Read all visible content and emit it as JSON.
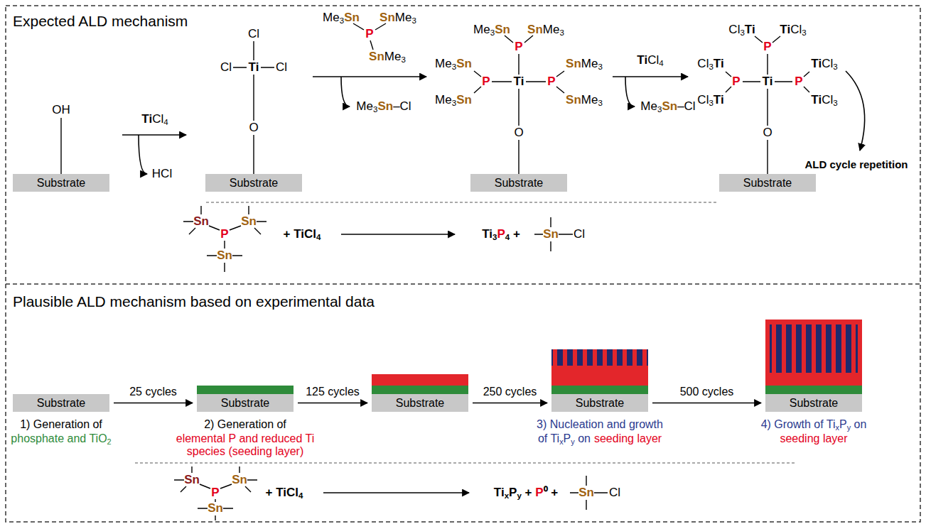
{
  "diagram": {
    "nodes": [
      {
        "text": [
          "Substrate"
        ]
      },
      {
        "text": [
          "Substrate"
        ]
      },
      {
        "text": [
          "Substrate"
        ]
      },
      {
        "text": [
          "Substrate"
        ]
      },
      {
        "text": [
          "Substrate"
        ]
      },
      {
        "text": [
          "Substrate"
        ]
      },
      {
        "text": [
          "Substrate"
        ]
      },
      {
        "text": [
          "Substrate"
        ]
      },
      {
        "text": [
          "Substrate"
        ]
      }
    ],
    "edges": [
      {
        "from": 4,
        "to": 5,
        "arrow": "to",
        "label": "25 cycles"
      },
      {
        "from": 5,
        "to": 6,
        "arrow": "to",
        "label": "125 cycles"
      },
      {
        "from": 6,
        "to": 7,
        "arrow": "to",
        "label": "250 cycles"
      },
      {
        "from": 7,
        "to": 8,
        "arrow": "to",
        "label": "500 cycles"
      }
    ],
    "labels": [
      "Expected ALD mechanism",
      "OH",
      "TiCl4",
      "HCl",
      "Cl",
      "Cl",
      "Ti",
      "Cl",
      "O",
      "Me3Sn",
      "SnMe3",
      "P",
      "SnMe3",
      "Me3Sn–Cl",
      "Me3Sn",
      "SnMe3",
      "P",
      "Me3Sn",
      "SnMe3",
      "P",
      "Ti",
      "P",
      "Me3Sn",
      "SnMe3",
      "O",
      "TiCl4",
      "Me3Sn–Cl",
      "Cl3Ti",
      "TiCl3",
      "P",
      "Cl3Ti",
      "TiCl3",
      "P",
      "Ti",
      "P",
      "Cl3Ti",
      "TiCl3",
      "O",
      "ALD cycle repetition",
      "Sn",
      "Sn",
      "P",
      "Sn",
      "+ TiCl4",
      "Ti3P4 +",
      "Sn",
      "Cl",
      "Plausible ALD mechanism based on experimental data",
      "1) Generation of",
      "phosphate and TiO2",
      "2) Generation of",
      "elemental P and reduced Ti species (seeding layer)",
      "3) Nucleation and growth",
      "of TixPy on",
      "seeding layer",
      "4) Growth of TixPy on",
      "seeding layer",
      "Sn",
      "Sn",
      "P",
      "Sn",
      "+ TiCl4",
      "TixPy + P⁰ +",
      "Sn",
      "Cl"
    ]
  }
}
